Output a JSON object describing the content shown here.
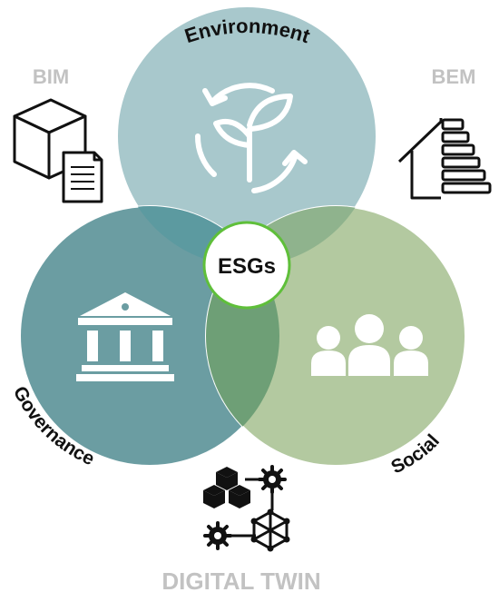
{
  "center_label": "ESGs",
  "pillars": {
    "environment": {
      "label": "Environment",
      "icon": "recycle-leaf-icon",
      "color": "#9bbfc4"
    },
    "governance": {
      "label": "Governance",
      "icon": "institution-building-icon",
      "color": "#5f9399"
    },
    "social": {
      "label": "Social",
      "icon": "people-group-icon",
      "color": "#a7bf92"
    }
  },
  "corners": {
    "top_left": {
      "label": "BIM",
      "icon": "cube-document-icon"
    },
    "top_right": {
      "label": "BEM",
      "icon": "house-energy-rating-icon"
    },
    "bottom": {
      "label": "DIGITAL TWIN",
      "icon": "digital-twin-network-icon"
    }
  },
  "colors": {
    "center_ring": "#5fbf3a",
    "corner_label": "#c2c2c2",
    "pillar_label": "#111111"
  }
}
